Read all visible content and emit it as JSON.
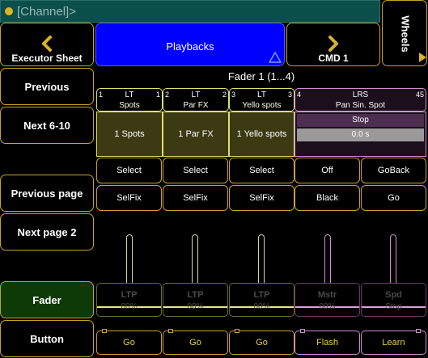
{
  "command_line": {
    "text": "[Channel]>"
  },
  "wheels": {
    "label": "Wheels"
  },
  "top": {
    "executor_sheet": "Executor Sheet",
    "playbacks": "Playbacks",
    "cmd": "CMD 1"
  },
  "left": {
    "previous": "Previous",
    "next": "Next 6-10",
    "previous_page": "Previous page",
    "next_page": "Next page 2",
    "fader": "Fader",
    "button": "Button"
  },
  "fader_title": "Fader 1 (1...4)",
  "executors": [
    {
      "num_left": "1",
      "num_right": "1",
      "mode": "LT",
      "name": "Spots",
      "content": "1 Spots",
      "btn1": "Select",
      "btn2": "SelFix",
      "fader_mode": "LTP",
      "fader_value": "00%",
      "go": "Go"
    },
    {
      "num_left": "2",
      "num_right": "2",
      "mode": "LT",
      "name": "Par FX",
      "content": "1 Par FX",
      "btn1": "Select",
      "btn2": "SelFix",
      "fader_mode": "LTP",
      "fader_value": "00%",
      "go": "Go"
    },
    {
      "num_left": "3",
      "num_right": "3",
      "mode": "LT",
      "name": "Yello spots",
      "content": "1 Yello spots",
      "btn1": "Select",
      "btn2": "SelFix",
      "fader_mode": "LTP",
      "fader_value": "00%",
      "go": "Go"
    }
  ],
  "wide_executor": {
    "num_left": "4",
    "num_right": "45",
    "mode": "LRS",
    "name": "Pan Sin. Spot",
    "status": "Stop",
    "time": "0.0 s",
    "btn1_left": "Off",
    "btn1_right": "GoBack",
    "btn2_left": "Black",
    "btn2_right": "Go",
    "fader_left_mode": "Mstr",
    "fader_left_value": "00%",
    "fader_right_mode": "Spd",
    "fader_right_value": "Stop",
    "go_left": "Flash",
    "go_right": "Learn"
  },
  "colors": {
    "accent": "#c9a227",
    "playbacks": "#0000ff",
    "executor_fill": "#3b3a12",
    "pink": "#d090d0",
    "green": "#0d3a06"
  }
}
